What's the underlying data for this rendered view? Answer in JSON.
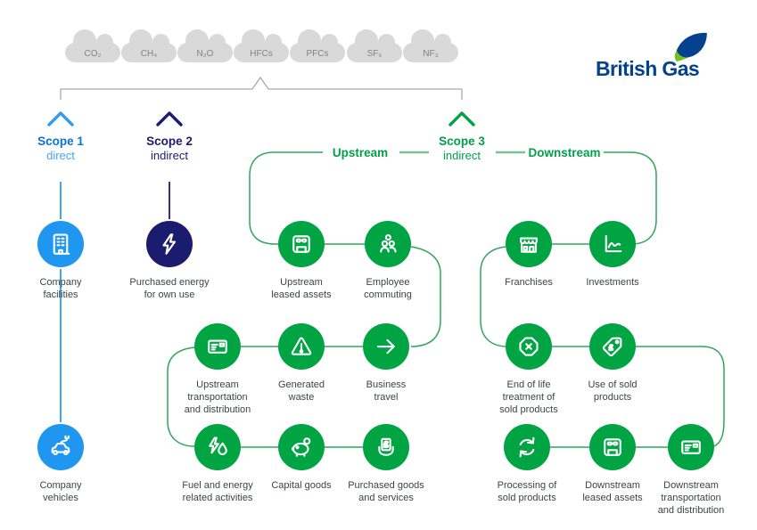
{
  "logo": {
    "text": "British Gas",
    "colors": {
      "wordmark": "#05418F",
      "flame_blue": "#05418F",
      "flame_green": "#78BE20"
    }
  },
  "gases": [
    "CO₂",
    "CH₄",
    "N₂O",
    "HFCs",
    "PFCs",
    "SF₆",
    "NF₃"
  ],
  "scopes": {
    "scope1": {
      "title": "Scope 1",
      "subtitle": "direct",
      "color": "#1F96F0"
    },
    "scope2": {
      "title": "Scope 2",
      "subtitle": "indirect",
      "color": "#1C1C6E"
    },
    "scope3": {
      "title": "Scope 3",
      "subtitle": "indirect",
      "color": "#00A443"
    }
  },
  "flow": {
    "upstream_label": "Upstream",
    "downstream_label": "Downstream"
  },
  "nodes": {
    "company_facilities": {
      "label": "Company\nfacilities",
      "icon": "building-icon",
      "color": "#1F96F0"
    },
    "purchased_energy": {
      "label": "Purchased energy\nfor own use",
      "icon": "lightning-icon",
      "color": "#1C1C6E"
    },
    "company_vehicles": {
      "label": "Company\nvehicles",
      "icon": "electric-car-icon",
      "color": "#1F96F0"
    },
    "upstream_leased": {
      "label": "Upstream\nleased assets",
      "icon": "garage-icon",
      "color": "#00A443"
    },
    "employee_commuting": {
      "label": "Employee\ncommuting",
      "icon": "people-icon",
      "color": "#00A443"
    },
    "upstream_transport": {
      "label": "Upstream\ntransportation\nand distribution",
      "icon": "shipping-label-icon",
      "color": "#00A443"
    },
    "generated_waste": {
      "label": "Generated\nwaste",
      "icon": "warning-triangle-icon",
      "color": "#00A443"
    },
    "business_travel": {
      "label": "Business\ntravel",
      "icon": "arrow-right-icon",
      "color": "#00A443"
    },
    "fuel_energy": {
      "label": "Fuel and energy\nrelated activities",
      "icon": "bolt-droplet-icon",
      "color": "#00A443"
    },
    "capital_goods": {
      "label": "Capital goods",
      "icon": "piggy-bank-icon",
      "color": "#00A443"
    },
    "purchased_goods": {
      "label": "Purchased goods\nand services",
      "icon": "hand-money-icon",
      "color": "#00A443"
    },
    "franchises": {
      "label": "Franchises",
      "icon": "storefront-icon",
      "color": "#00A443"
    },
    "investments": {
      "label": "Investments",
      "icon": "chart-icon",
      "color": "#00A443"
    },
    "end_of_life": {
      "label": "End of life\ntreatment of\nsold products",
      "icon": "octagon-x-icon",
      "color": "#00A443"
    },
    "use_of_sold": {
      "label": "Use of sold\nproducts",
      "icon": "price-tag-icon",
      "color": "#00A443"
    },
    "processing": {
      "label": "Processing of\nsold products",
      "icon": "recycle-arrows-icon",
      "color": "#00A443"
    },
    "downstream_leased": {
      "label": "Downstream\nleased assets",
      "icon": "garage-icon",
      "color": "#00A443"
    },
    "downstream_transport": {
      "label": "Downstream\ntransportation\nand distribution",
      "icon": "shipping-label-icon",
      "color": "#00A443"
    }
  },
  "palette": {
    "cloud": "#D9D9D9",
    "gas_text": "#7F8487",
    "bracket": "#ABABAB",
    "node_label": "#3D4347",
    "flow_line": "#2FA55C",
    "flow_dash": "#74C795"
  }
}
